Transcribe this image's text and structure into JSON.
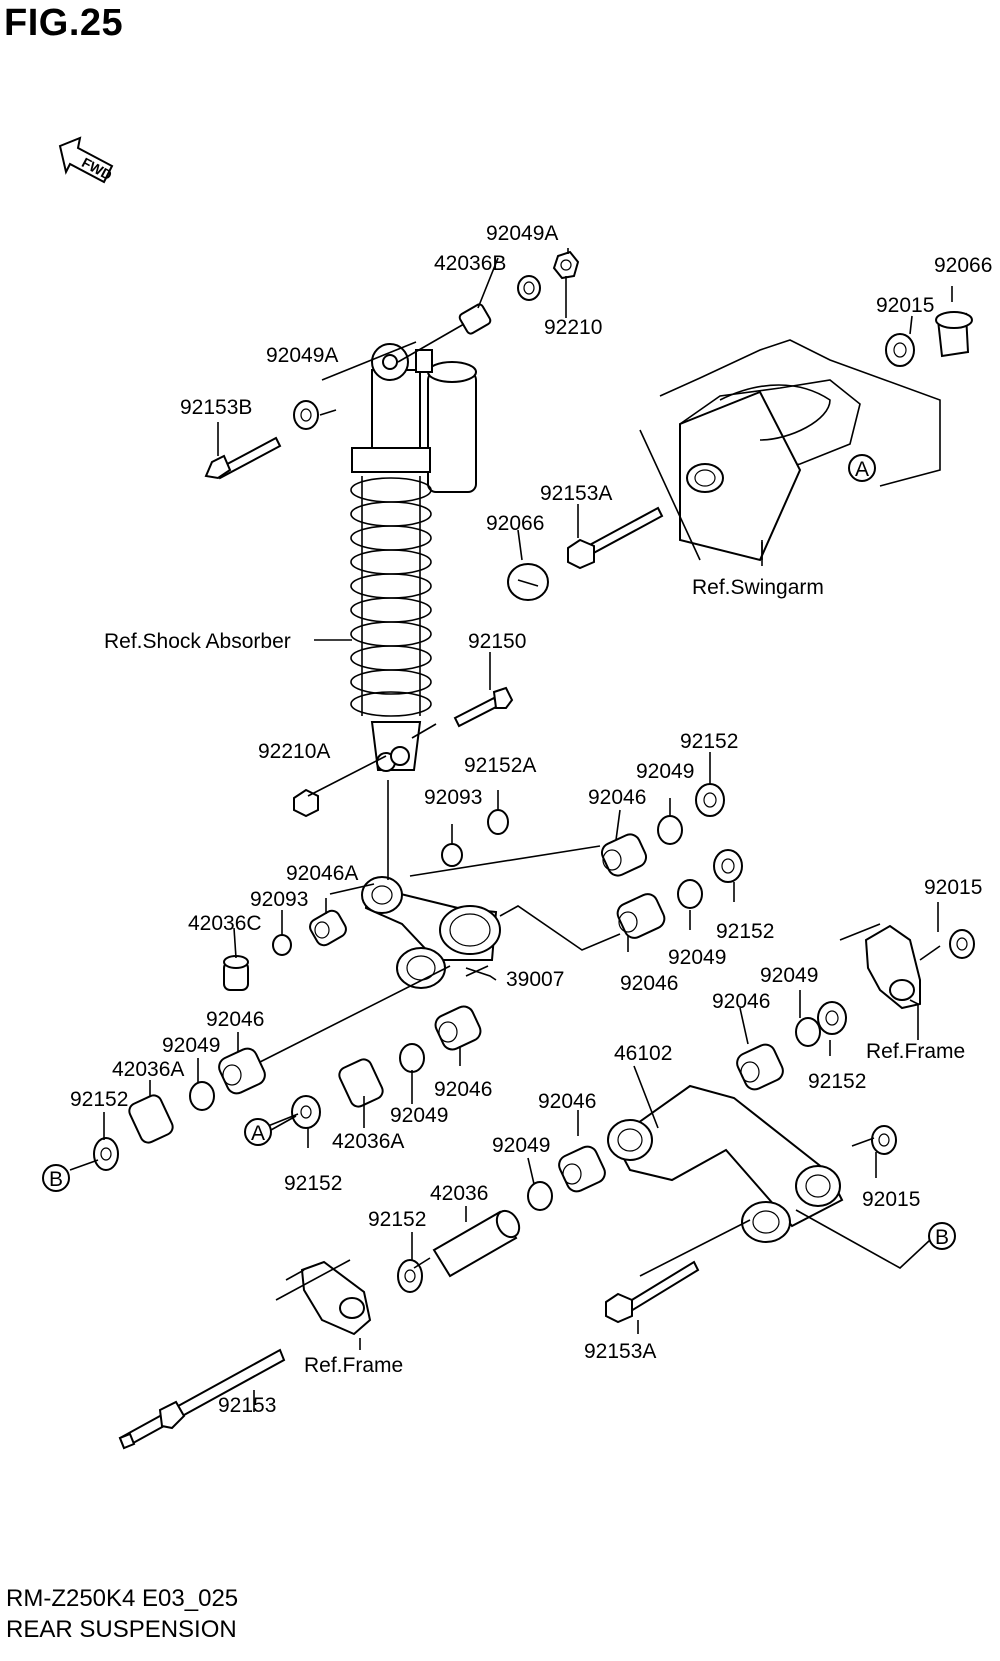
{
  "figure": {
    "title": "FIG.25",
    "fwd": "FWD",
    "model_code": "RM-Z250K4 E03_025",
    "name": "REAR SUSPENSION"
  },
  "labels": {
    "p92049A_top": "92049A",
    "p42036B": "42036B",
    "p92210": "92210",
    "p92066_top": "92066",
    "p92015_top": "92015",
    "p92049A_left": "92049A",
    "p92153B": "92153B",
    "p92153A_top": "92153A",
    "p92066_mid": "92066",
    "ref_swingarm": "Ref.Swingarm",
    "ref_shock": "Ref.Shock Absorber",
    "p92150": "92150",
    "p92210A": "92210A",
    "p92152A": "92152A",
    "p92152_a": "92152",
    "p92049_a": "92049",
    "p92093_a": "92093",
    "p92046_a": "92046",
    "p92046A": "92046A",
    "p92093_b": "92093",
    "p42036C": "42036C",
    "p92152_b": "92152",
    "p92049_b": "92049",
    "p92046_b": "92046",
    "p39007": "39007",
    "p92015_right": "92015",
    "p92049_c": "92049",
    "p92046_c": "92046",
    "ref_frame_right": "Ref.Frame",
    "p92152_c": "92152",
    "p92046_d": "92046",
    "p92049_d": "92049",
    "p42036A_left": "42036A",
    "p92152_d": "92152",
    "p46102": "46102",
    "p92046_e": "92046",
    "p92049_e": "92049",
    "p42036A_mid": "42036A",
    "p92152_e": "92152",
    "p92046_f": "92046",
    "p92049_f": "92049",
    "p92015_low": "92015",
    "p42036": "42036",
    "p92152_f": "92152",
    "ref_frame_left": "Ref.Frame",
    "p92153A_low": "92153A",
    "p92153": "92153",
    "callout_A": "A",
    "callout_B": "B"
  }
}
